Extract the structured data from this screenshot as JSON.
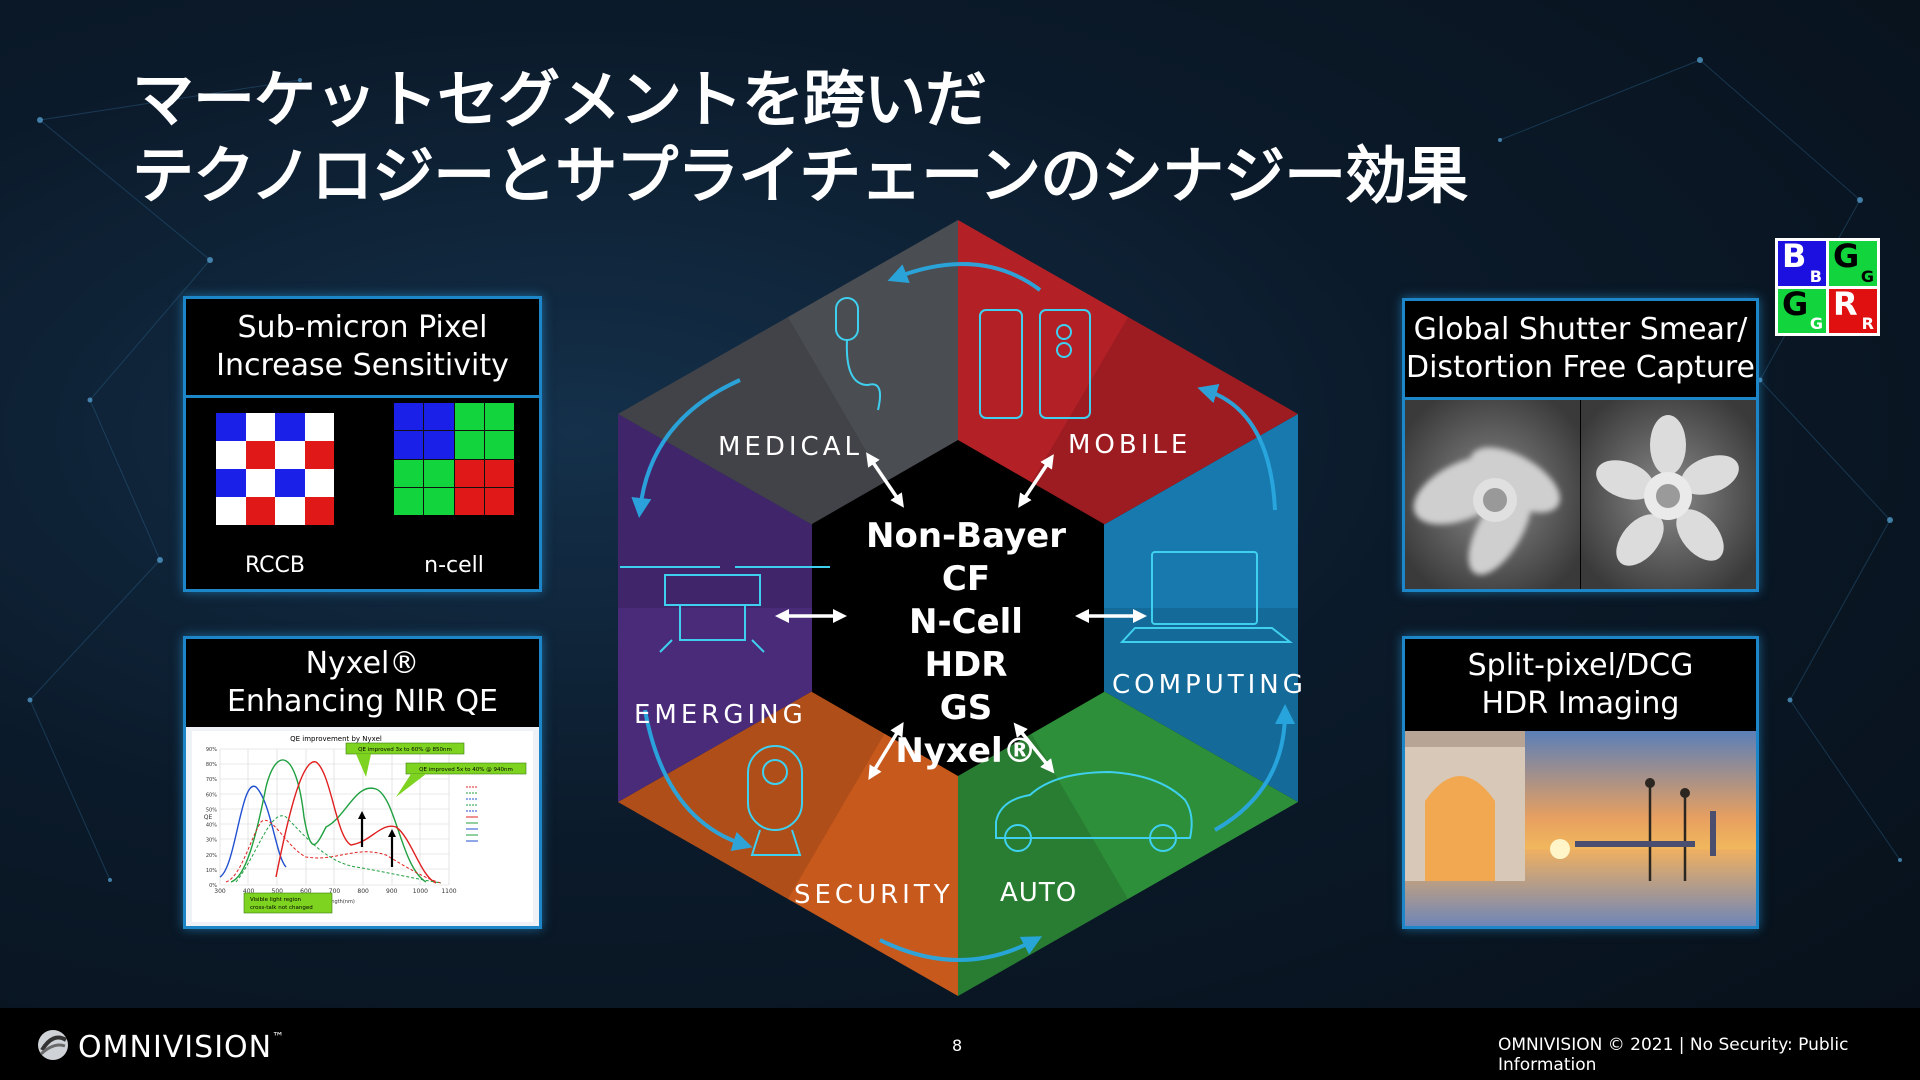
{
  "title": {
    "line1": "マーケットセグメントを跨いだ",
    "line2": "テクノロジーとサプライチェーンのシナジー効果"
  },
  "panels": {
    "pixel": {
      "line1": "Sub-micron Pixel",
      "line2": "Increase Sensitivity",
      "rccb_label": "RCCB",
      "ncell_label": "n-cell"
    },
    "nyxel": {
      "line1": "Nyxel®",
      "line2": "Enhancing NIR QE"
    },
    "global_shutter": {
      "line1": "Global Shutter Smear/",
      "line2": "Distortion Free Capture"
    },
    "split_pixel": {
      "line1": "Split-pixel/DCG",
      "line2": "HDR Imaging"
    }
  },
  "qe_chart": {
    "title": "QE improvement by Nyxel",
    "callout1": "QE improved 3x to 60% @ 850nm",
    "callout2": "QE improved 5x to 40% @ 940nm",
    "callout3_line1": "Visible light region",
    "callout3_line2": "cross-talk not changed",
    "xlabel": "Wavelength(nm)",
    "ylabel": "QE",
    "x_ticks": [
      "300",
      "400",
      "500",
      "600",
      "700",
      "800",
      "900",
      "1000",
      "1100"
    ],
    "y_ticks": [
      "90%",
      "80%",
      "70%",
      "60%",
      "50%",
      "40%",
      "30%",
      "20%",
      "10%",
      "0%"
    ],
    "colors": {
      "red": "#e02020",
      "green": "#20a040",
      "blue": "#2050d0"
    }
  },
  "hex": {
    "segments": {
      "medical": "MEDICAL",
      "mobile": "MOBILE",
      "computing": "COMPUTING",
      "auto": "AUTO",
      "security": "SECURITY",
      "emerging": "EMERGING"
    },
    "colors": {
      "medical": "#4a4d52",
      "mobile": "#b32026",
      "computing": "#1779ad",
      "auto": "#2e8f3a",
      "security": "#c8591c",
      "emerging": "#4a2b7a"
    },
    "center": {
      "line1": "Non-Bayer CF",
      "line2": "N-Cell",
      "line3": "HDR",
      "line4": "GS",
      "line5": "Nyxel®"
    }
  },
  "bayer_logo": {
    "b1": "B",
    "g1": "G",
    "b2": "B",
    "g2": "G",
    "g3": "G",
    "r1": "R",
    "g4": "G",
    "r2": "R"
  },
  "footer": {
    "logo_text": "OMNIVISION",
    "logo_tm": "™",
    "page_number": "8",
    "right_text": "OMNIVISION © 2021 | No Security: Public Information"
  }
}
